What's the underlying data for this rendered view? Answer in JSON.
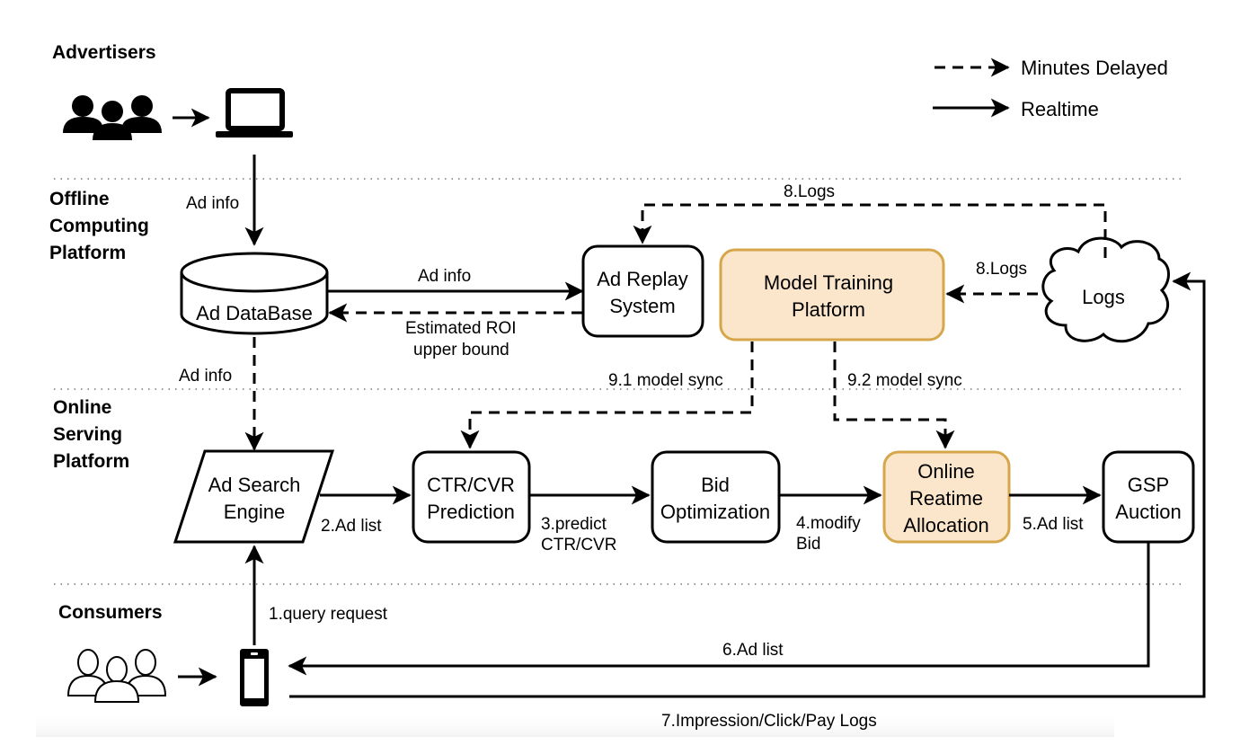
{
  "legend": {
    "dashed_label": "Minutes Delayed",
    "solid_label": "Realtime"
  },
  "sections": {
    "advertisers": "Advertisers",
    "offline": [
      "Offline",
      "Computing",
      "Platform"
    ],
    "online": [
      "Online",
      "Serving",
      "Platform"
    ],
    "consumers": "Consumers"
  },
  "nodes": {
    "ad_database": "Ad DataBase",
    "ad_replay": [
      "Ad Replay",
      "System"
    ],
    "model_training": [
      "Model Training",
      "Platform"
    ],
    "logs": "Logs",
    "ad_search": [
      "Ad Search",
      "Engine"
    ],
    "ctr_cvr": [
      "CTR/CVR",
      "Prediction"
    ],
    "bid_opt": [
      "Bid",
      "Optimization"
    ],
    "online_alloc": [
      "Online",
      "Reatime",
      "Allocation"
    ],
    "gsp": [
      "GSP",
      "Auction"
    ]
  },
  "edges": {
    "ad_info_top": "Ad info",
    "ad_info_to_replay": "Ad info",
    "roi": [
      "Estimated ROI",
      "upper bound"
    ],
    "ad_info_down": "Ad info",
    "logs_top": "8.Logs",
    "logs_side": "8.Logs",
    "sync1": "9.1 model sync",
    "sync2": "9.2 model sync",
    "ad_list_2": "2.Ad list",
    "predict": [
      "3.predict",
      "CTR/CVR"
    ],
    "modify": [
      "4.modify",
      "Bid"
    ],
    "ad_list_5": "5.Ad list",
    "query": "1.query request",
    "ad_list_6": "6.Ad list",
    "impression": "7.Impression/Click/Pay Logs"
  },
  "colors": {
    "highlight_fill": "#fbe6cc",
    "highlight_stroke": "#d6a74a"
  }
}
